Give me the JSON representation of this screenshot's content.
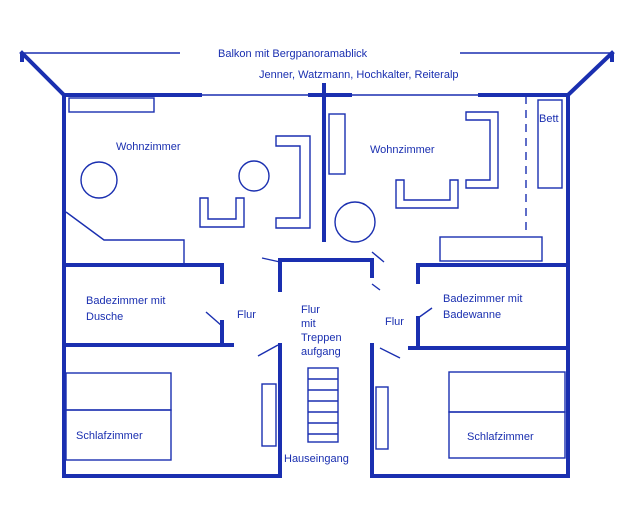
{
  "plan": {
    "balcony_title": "Balkon mit Bergpanoramablick",
    "balcony_subtitle": "Jenner, Watzmann, Hochkalter, Reiteralp",
    "left": {
      "living": "Wohnzimmer",
      "bath_line1": "Badezimmer mit",
      "bath_line2": "Dusche",
      "hall": "Flur",
      "bedroom": "Schlafzimmer"
    },
    "center": {
      "hall_line1": "Flur",
      "hall_line2": "mit",
      "hall_line3": "Treppen",
      "hall_line4": "aufgang",
      "entrance": "Hauseingang"
    },
    "right": {
      "living": "Wohnzimmer",
      "bed": "Bett",
      "bath_line1": "Badezimmer mit",
      "bath_line2": "Badewanne",
      "hall": "Flur",
      "bedroom": "Schlafzimmer"
    },
    "colors": {
      "ink": "#1a2fb0",
      "background": "#ffffff"
    }
  }
}
